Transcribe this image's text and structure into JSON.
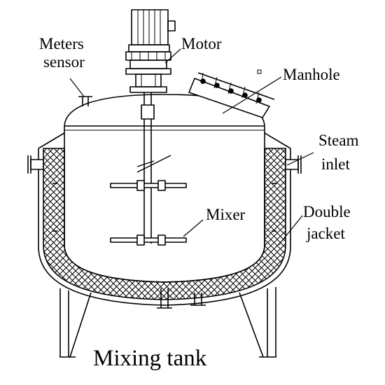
{
  "labels": {
    "meters_line1": "Meters",
    "meters_line2": "sensor",
    "motor": "Motor",
    "manhole": "Manhole",
    "steam_line1": "Steam",
    "steam_line2": "inlet",
    "mixer": "Mixer",
    "jacket_line1": "Double",
    "jacket_line2": "jacket"
  },
  "title": "Mixing tank",
  "colors": {
    "ink": "#000000",
    "background": "#ffffff"
  }
}
